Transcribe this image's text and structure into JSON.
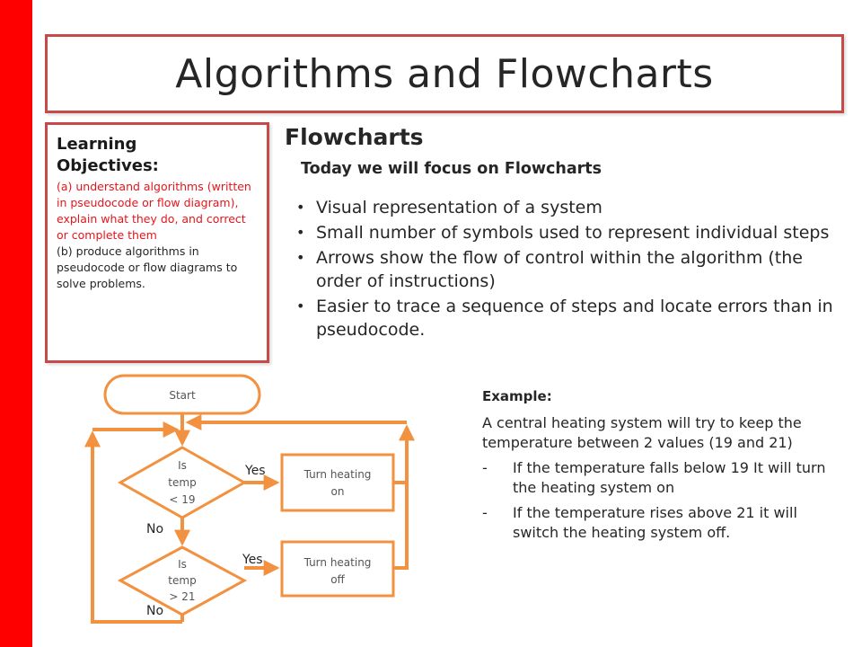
{
  "title": "Algorithms and Flowcharts",
  "learning_objectives": {
    "heading": "Learning Objectives:",
    "item_a": "(a) understand algorithms (written in pseudocode or flow diagram), explain what they do, and correct or complete them",
    "item_b": "(b) produce algorithms in pseudocode or flow diagrams to solve problems."
  },
  "flowcharts": {
    "heading": "Flowcharts",
    "subheading": "Today we will focus on Flowcharts",
    "bullets": [
      "Visual representation of a system",
      "Small number of symbols used to represent individual steps",
      "Arrows show the flow of control within the algorithm (the order of instructions)",
      "Easier to trace a sequence of steps and locate errors than in pseudocode."
    ]
  },
  "example": {
    "heading": "Example:",
    "intro": "A central heating system will try to keep the temperature between 2 values (19 and 21)",
    "items": [
      {
        "dash": "-",
        "text": "If the temperature falls below 19 It will turn the heating system on"
      },
      {
        "dash": "-",
        "text": "If the temperature rises above 21 it will switch the heating system off."
      }
    ]
  },
  "diagram": {
    "start": "Start",
    "decision1": [
      "Is",
      "temp",
      "< 19"
    ],
    "decision2": [
      "Is",
      "temp",
      "> 21"
    ],
    "process1": [
      "Turn heating",
      "on"
    ],
    "process2": [
      "Turn heating",
      "off"
    ],
    "yes_label": "Yes",
    "no_label": "No"
  },
  "colors": {
    "accent_red": "#ff0000",
    "border_red": "#c8494a",
    "flow_orange": "#f2913f",
    "objective_red": "#e8141b"
  }
}
